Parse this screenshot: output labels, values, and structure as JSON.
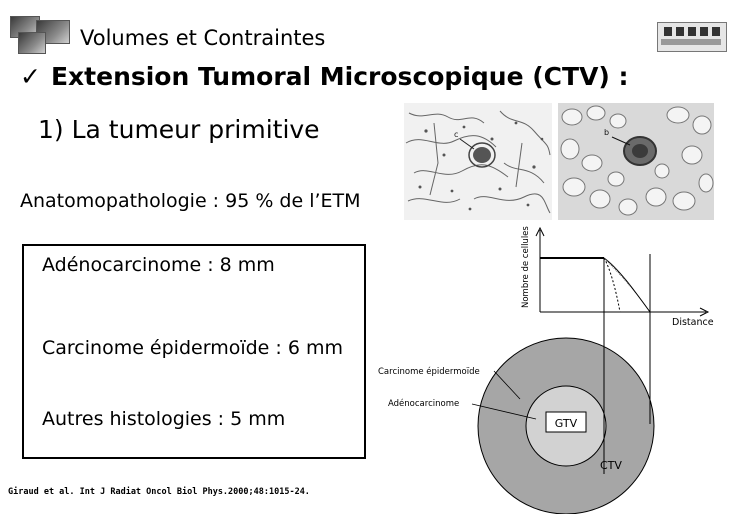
{
  "header": {
    "title": "Volumes et Contraintes",
    "logo_left_icon": "radiotherapy-photo-logo-icon",
    "logo_right_icon": "institution-building-logo-icon"
  },
  "section": {
    "check_icon": "✓",
    "title": "Extension Tumoral Microscopique (CTV) :"
  },
  "subheading": "1) La tumeur primitive",
  "anatomopathology": "Anatomopathologie : 95 % de l’ETM",
  "histology_margins": [
    "Adénocarcinome : 8 mm",
    "Carcinome épidermoïde : 6 mm",
    "Autres histologies : 5 mm"
  ],
  "micrographs": {
    "left_label": "c",
    "right_label": "b"
  },
  "chart": {
    "ylabel": "Nombre de cellules",
    "xlabel": "Distance"
  },
  "diagram": {
    "outer_ring_label": "Carcinome épidermoïde",
    "middle_ring_label": "Adénocarcinome",
    "core_label": "GTV",
    "volume_label": "CTV",
    "colors": {
      "outer": "#a6a6a6",
      "middle": "#d2d2d2",
      "core": "#ffffff"
    }
  },
  "citation": "Giraud et al. Int J Radiat Oncol Biol Phys.2000;48:1015-24."
}
